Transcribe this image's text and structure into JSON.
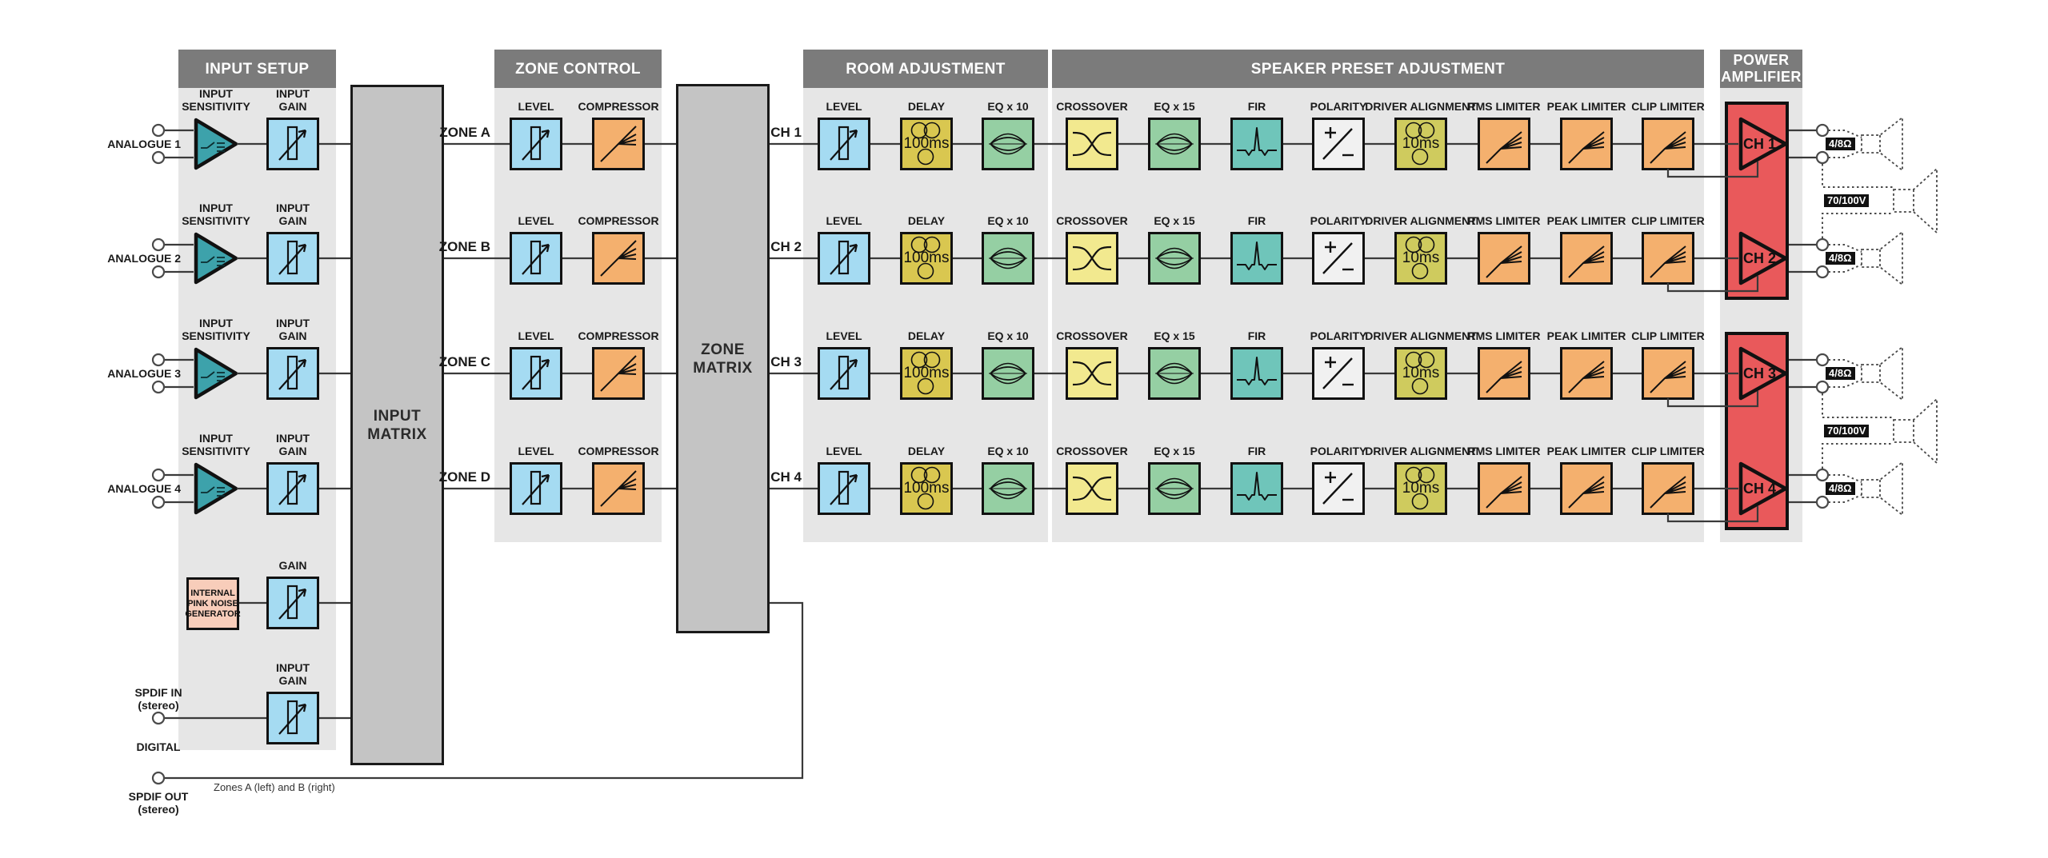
{
  "sections": {
    "input_setup": {
      "title": "INPUT SETUP"
    },
    "zone_control": {
      "title": "ZONE CONTROL"
    },
    "room_adjustment": {
      "title": "ROOM ADJUSTMENT"
    },
    "speaker_preset": {
      "title": "SPEAKER PRESET ADJUSTMENT"
    },
    "power_amplifier": {
      "title": "POWER\nAMPLIFIER"
    }
  },
  "matrices": {
    "input": "INPUT\nMATRIX",
    "zone": "ZONE\nMATRIX"
  },
  "analogue_inputs": [
    "ANALOGUE 1",
    "ANALOGUE 2",
    "ANALOGUE 3",
    "ANALOGUE 4"
  ],
  "zones": [
    "ZONE A",
    "ZONE B",
    "ZONE C",
    "ZONE D"
  ],
  "channels": [
    "CH 1",
    "CH 2",
    "CH 3",
    "CH 4"
  ],
  "blocks": {
    "input_sensitivity": "INPUT\nSENSITIVITY",
    "input_gain": "INPUT\nGAIN",
    "gain": "GAIN",
    "level": "LEVEL",
    "compressor": "COMPRESSOR",
    "delay": "DELAY",
    "delay_value": "100ms",
    "eq_x10": "EQ x 10",
    "crossover": "CROSSOVER",
    "eq_x15": "EQ x 15",
    "fir": "FIR",
    "polarity": "POLARITY",
    "driver_alignment": "DRIVER ALIGNMENT",
    "driver_alignment_value": "10ms",
    "rms_limiter": "RMS LIMITER",
    "peak_limiter": "PEAK LIMITER",
    "clip_limiter": "CLIP LIMITER",
    "pink_noise": "INTERNAL\nPINK NOISE\nGENERATOR"
  },
  "io": {
    "spdif_in": "SPDIF IN\n(stereo)",
    "digital": "DIGITAL",
    "spdif_out": "SPDIF OUT\n(stereo)",
    "spdif_note": "Zones A (left) and B (right)"
  },
  "amp": {
    "channels": [
      "CH 1",
      "CH 2",
      "CH 3",
      "CH 4"
    ],
    "impedance_badge": "4/8Ω",
    "voltage_badge": "70/100V"
  },
  "colors": {
    "panel": "#E6E6E6",
    "header": "#7B7B7B",
    "matrix": "#C4C4C4",
    "blue": "#A5DBF2",
    "orange": "#F4B06E",
    "khaki": "#D9C750",
    "olive": "#CFCB5E",
    "green": "#95CFA3",
    "yellow": "#F2E98F",
    "fir_teal": "#6FC5BA",
    "polarity_white": "#F1F1F1",
    "red": "#E9595B",
    "sens_teal": "#3DA2AB",
    "pink": "#F8CDBA",
    "wire": "#3a3a3a",
    "badge_bg": "#111111"
  }
}
